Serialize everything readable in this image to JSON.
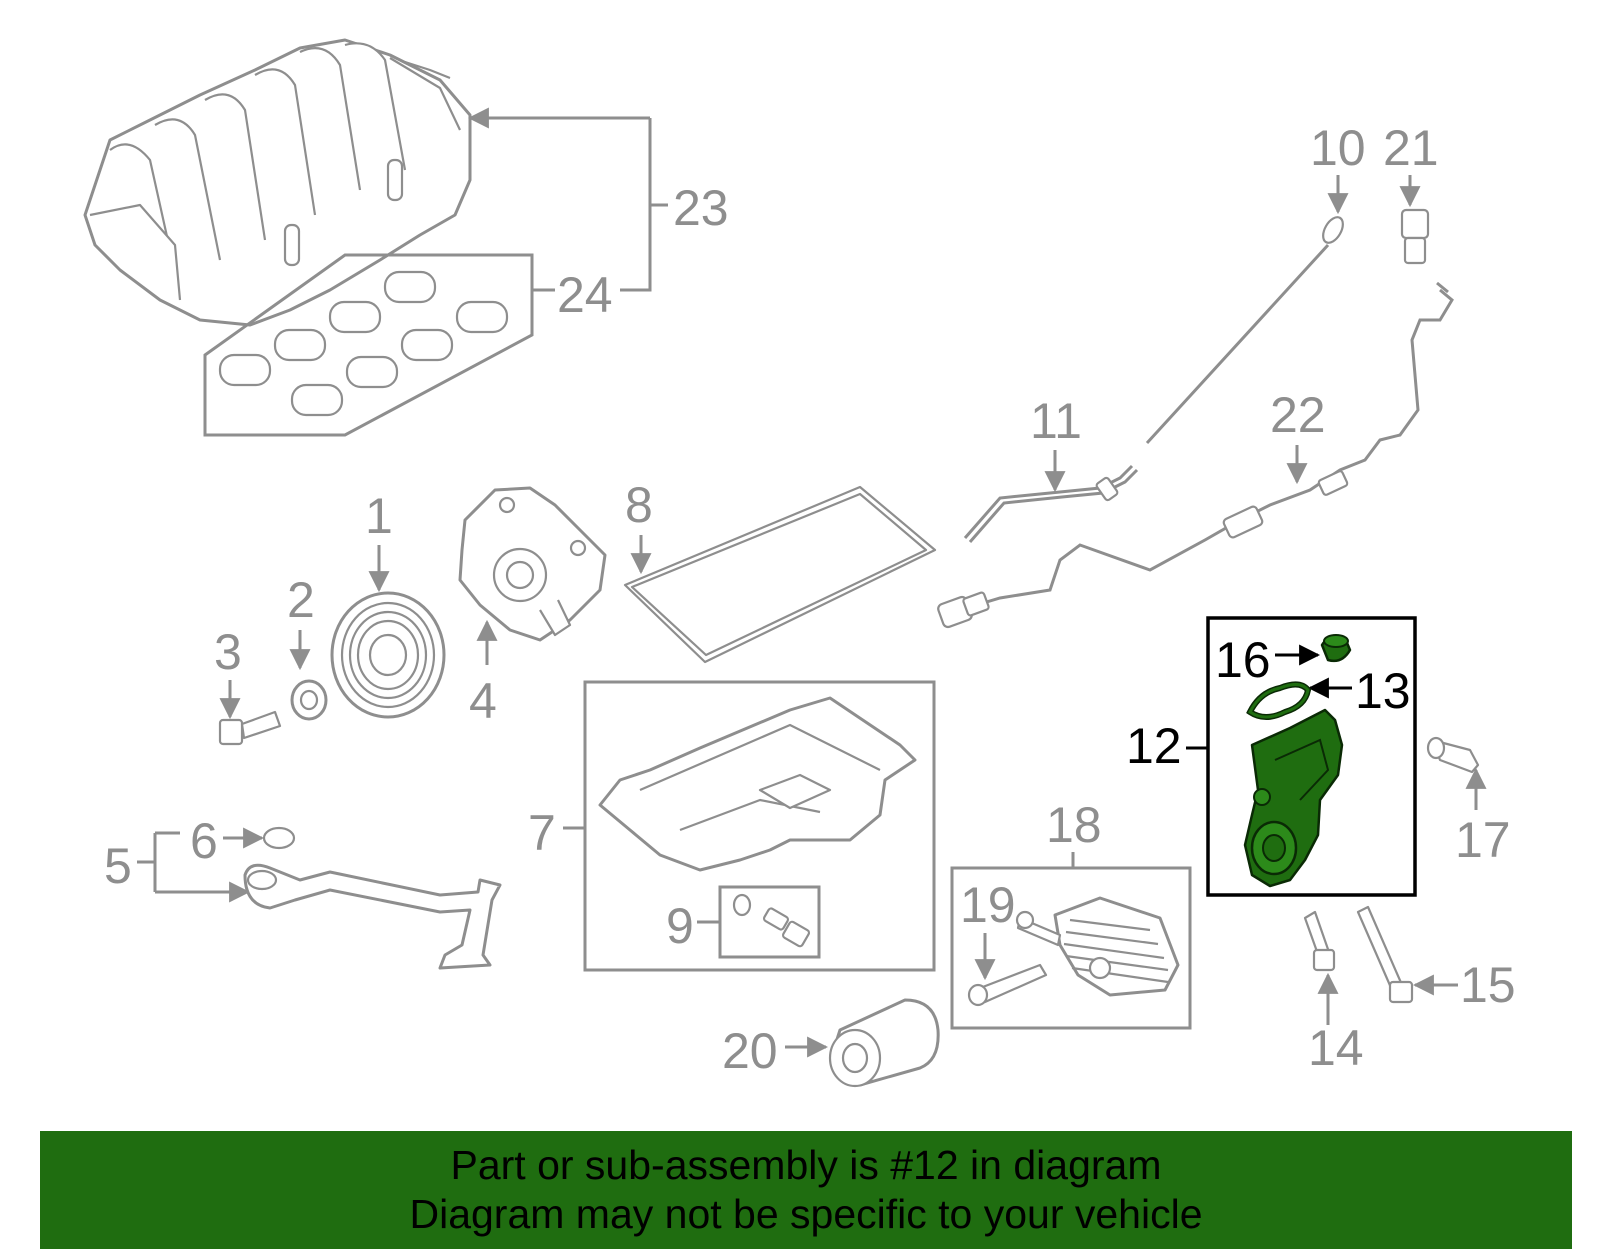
{
  "callouts": {
    "c1": "1",
    "c2": "2",
    "c3": "3",
    "c4": "4",
    "c5": "5",
    "c6": "6",
    "c7": "7",
    "c8": "8",
    "c9": "9",
    "c10": "10",
    "c11": "11",
    "c12": "12",
    "c13": "13",
    "c14": "14",
    "c15": "15",
    "c16": "16",
    "c17": "17",
    "c18": "18",
    "c19": "19",
    "c20": "20",
    "c21": "21",
    "c22": "22",
    "c23": "23",
    "c24": "24"
  },
  "highlight": {
    "part_number": "12",
    "color": "#1f6d10"
  },
  "banner": {
    "line1": "Part or sub-assembly is #12 in diagram",
    "line2": "Diagram may not be specific to your vehicle",
    "background": "#1f6d10",
    "text_color": "#000000"
  }
}
